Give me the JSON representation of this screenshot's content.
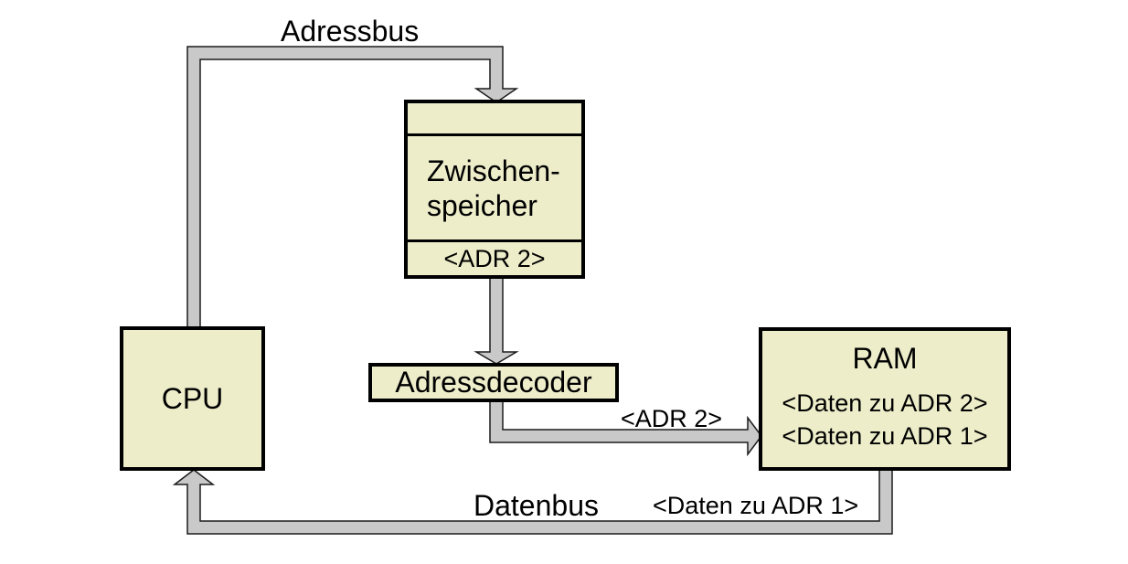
{
  "diagram": {
    "nodes": {
      "cpu": {
        "label": "CPU"
      },
      "zwischenspeicher": {
        "lines": [
          "Zwischen-",
          "speicher"
        ],
        "value": "<ADR 2>"
      },
      "adressdecoder": {
        "label": "Adressdecoder"
      },
      "ram": {
        "label": "RAM",
        "value1": "<Daten zu ADR 2>",
        "value2": "<Daten zu ADR 1>"
      }
    },
    "bus_labels": {
      "adressbus": "Adressbus",
      "adr2": "<ADR 2>",
      "datenbus": "Datenbus",
      "daten_zu_adr1": "<Daten zu ADR 1>"
    },
    "colors": {
      "node_fill": "#ededca",
      "node_border": "#000000",
      "bus_fill": "#c9c9c9",
      "bus_stroke": "#1c1c1c",
      "background": "#ffffff",
      "text": "#000000"
    }
  }
}
